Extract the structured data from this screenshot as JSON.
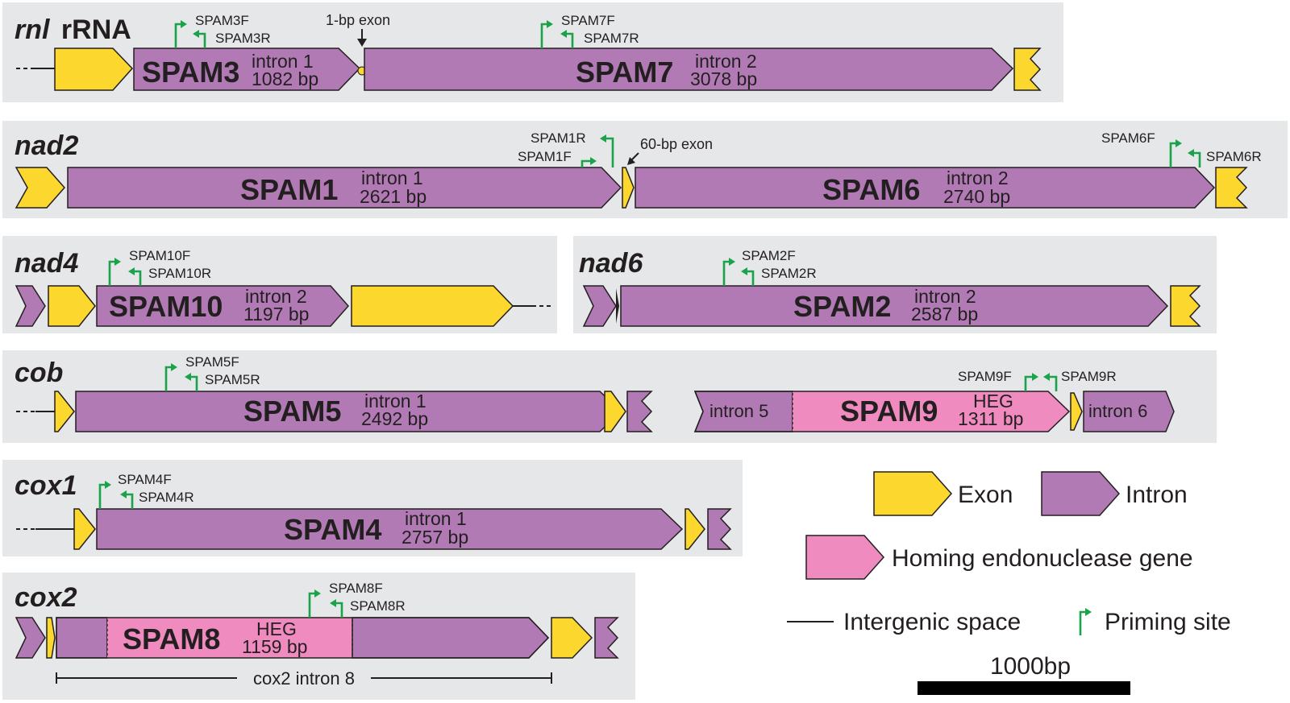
{
  "colors": {
    "exon": "#fcd72e",
    "intron": "#b17ab4",
    "heg": "#ef8bbf",
    "priming_site": "#1aa34a",
    "panel": "#e6e7e8"
  },
  "genes": {
    "rnl": {
      "name_italic": "rnl",
      "name_suffix": "rRNA",
      "introns": [
        {
          "spam": "SPAM3",
          "label": "intron 1",
          "size": "1082 bp",
          "primer_f": "SPAM3F",
          "primer_r": "SPAM3R"
        },
        {
          "spam": "SPAM7",
          "label": "intron 2",
          "size": "3078 bp",
          "primer_f": "SPAM7F",
          "primer_r": "SPAM7R"
        }
      ],
      "note": "1-bp exon"
    },
    "nad2": {
      "name": "nad2",
      "introns": [
        {
          "spam": "SPAM1",
          "label": "intron 1",
          "size": "2621 bp",
          "primer_f": "SPAM1F",
          "primer_r": "SPAM1R"
        },
        {
          "spam": "SPAM6",
          "label": "intron 2",
          "size": "2740 bp",
          "primer_f": "SPAM6F",
          "primer_r": "SPAM6R"
        }
      ],
      "note": "60-bp exon"
    },
    "nad4": {
      "name": "nad4",
      "introns": [
        {
          "spam": "SPAM10",
          "label": "intron 2",
          "size": "1197 bp",
          "primer_f": "SPAM10F",
          "primer_r": "SPAM10R"
        }
      ]
    },
    "nad6": {
      "name": "nad6",
      "introns": [
        {
          "spam": "SPAM2",
          "label": "intron 2",
          "size": "2587 bp",
          "primer_f": "SPAM2F",
          "primer_r": "SPAM2R"
        }
      ]
    },
    "cob": {
      "name": "cob",
      "introns": [
        {
          "spam": "SPAM5",
          "label": "intron 1",
          "size": "2492 bp",
          "primer_f": "SPAM5F",
          "primer_r": "SPAM5R"
        },
        {
          "spam": "SPAM9",
          "label": "HEG",
          "size": "1311 bp",
          "primer_f": "SPAM9F",
          "primer_r": "SPAM9R"
        }
      ],
      "host_left": "intron 5",
      "host_right": "intron 6"
    },
    "cox1": {
      "name": "cox1",
      "introns": [
        {
          "spam": "SPAM4",
          "label": "intron 1",
          "size": "2757 bp",
          "primer_f": "SPAM4F",
          "primer_r": "SPAM4R"
        }
      ]
    },
    "cox2": {
      "name": "cox2",
      "introns": [
        {
          "spam": "SPAM8",
          "label": "HEG",
          "size": "1159 bp",
          "primer_f": "SPAM8F",
          "primer_r": "SPAM8R"
        }
      ],
      "bracket_label": "cox2 intron 8"
    }
  },
  "legend": {
    "exon": "Exon",
    "intron": "Intron",
    "heg": "Homing endonuclease gene",
    "intergenic": "Intergenic space",
    "priming": "Priming site",
    "scale": "1000bp"
  }
}
